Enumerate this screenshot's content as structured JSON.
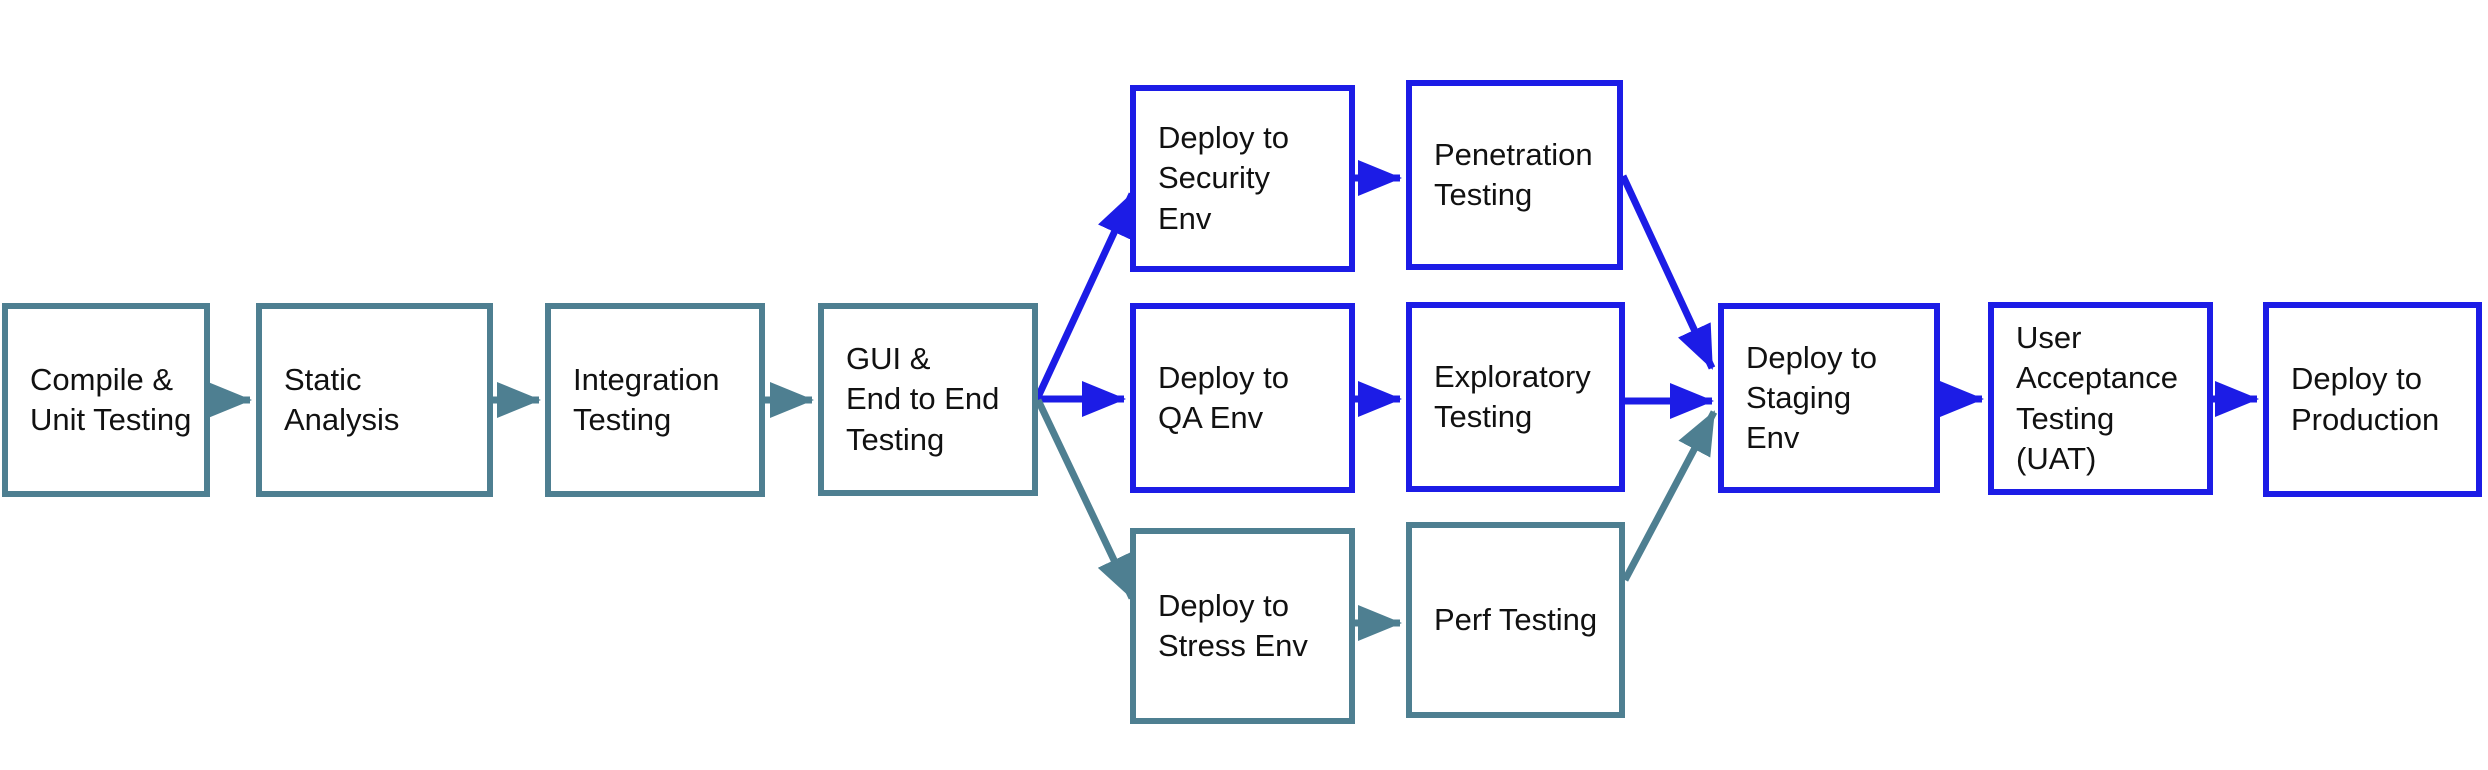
{
  "colors": {
    "background": "#ffffff",
    "text": "#111111",
    "node_border_teal": "#4e7f91",
    "node_border_blue": "#1c1ce6",
    "edge_teal": "#4e7f91",
    "edge_blue": "#1c1ce6"
  },
  "nodes": [
    {
      "id": "compile-unit-testing",
      "label": "Compile &\nUnit Testing",
      "color": "teal"
    },
    {
      "id": "static-analysis",
      "label": "Static\nAnalysis",
      "color": "teal"
    },
    {
      "id": "integration-testing",
      "label": "Integration\nTesting",
      "color": "teal"
    },
    {
      "id": "gui-end-to-end-testing",
      "label": "GUI &\nEnd to End\nTesting",
      "color": "teal"
    },
    {
      "id": "deploy-to-security-env",
      "label": "Deploy to\nSecurity\nEnv",
      "color": "blue"
    },
    {
      "id": "penetration-testing",
      "label": "Penetration\nTesting",
      "color": "blue"
    },
    {
      "id": "deploy-to-qa-env",
      "label": "Deploy to\nQA Env",
      "color": "blue"
    },
    {
      "id": "exploratory-testing",
      "label": "Exploratory\nTesting",
      "color": "blue"
    },
    {
      "id": "deploy-to-stress-env",
      "label": "Deploy to\nStress Env",
      "color": "teal"
    },
    {
      "id": "perf-testing",
      "label": "Perf Testing",
      "color": "teal"
    },
    {
      "id": "deploy-to-staging-env",
      "label": "Deploy to\nStaging\nEnv",
      "color": "blue"
    },
    {
      "id": "user-acceptance-testing",
      "label": "User\nAcceptance\nTesting\n(UAT)",
      "color": "blue"
    },
    {
      "id": "deploy-to-production",
      "label": "Deploy to\nProduction",
      "color": "blue"
    }
  ],
  "edges": [
    {
      "from": "compile-unit-testing",
      "to": "static-analysis",
      "color": "teal"
    },
    {
      "from": "static-analysis",
      "to": "integration-testing",
      "color": "teal"
    },
    {
      "from": "integration-testing",
      "to": "gui-end-to-end-testing",
      "color": "teal"
    },
    {
      "from": "gui-end-to-end-testing",
      "to": "deploy-to-security-env",
      "color": "blue"
    },
    {
      "from": "gui-end-to-end-testing",
      "to": "deploy-to-qa-env",
      "color": "blue"
    },
    {
      "from": "gui-end-to-end-testing",
      "to": "deploy-to-stress-env",
      "color": "teal"
    },
    {
      "from": "deploy-to-security-env",
      "to": "penetration-testing",
      "color": "blue"
    },
    {
      "from": "deploy-to-qa-env",
      "to": "exploratory-testing",
      "color": "blue"
    },
    {
      "from": "deploy-to-stress-env",
      "to": "perf-testing",
      "color": "teal"
    },
    {
      "from": "penetration-testing",
      "to": "deploy-to-staging-env",
      "color": "blue"
    },
    {
      "from": "exploratory-testing",
      "to": "deploy-to-staging-env",
      "color": "blue"
    },
    {
      "from": "perf-testing",
      "to": "deploy-to-staging-env",
      "color": "teal"
    },
    {
      "from": "deploy-to-staging-env",
      "to": "user-acceptance-testing",
      "color": "blue"
    },
    {
      "from": "user-acceptance-testing",
      "to": "deploy-to-production",
      "color": "blue"
    }
  ]
}
